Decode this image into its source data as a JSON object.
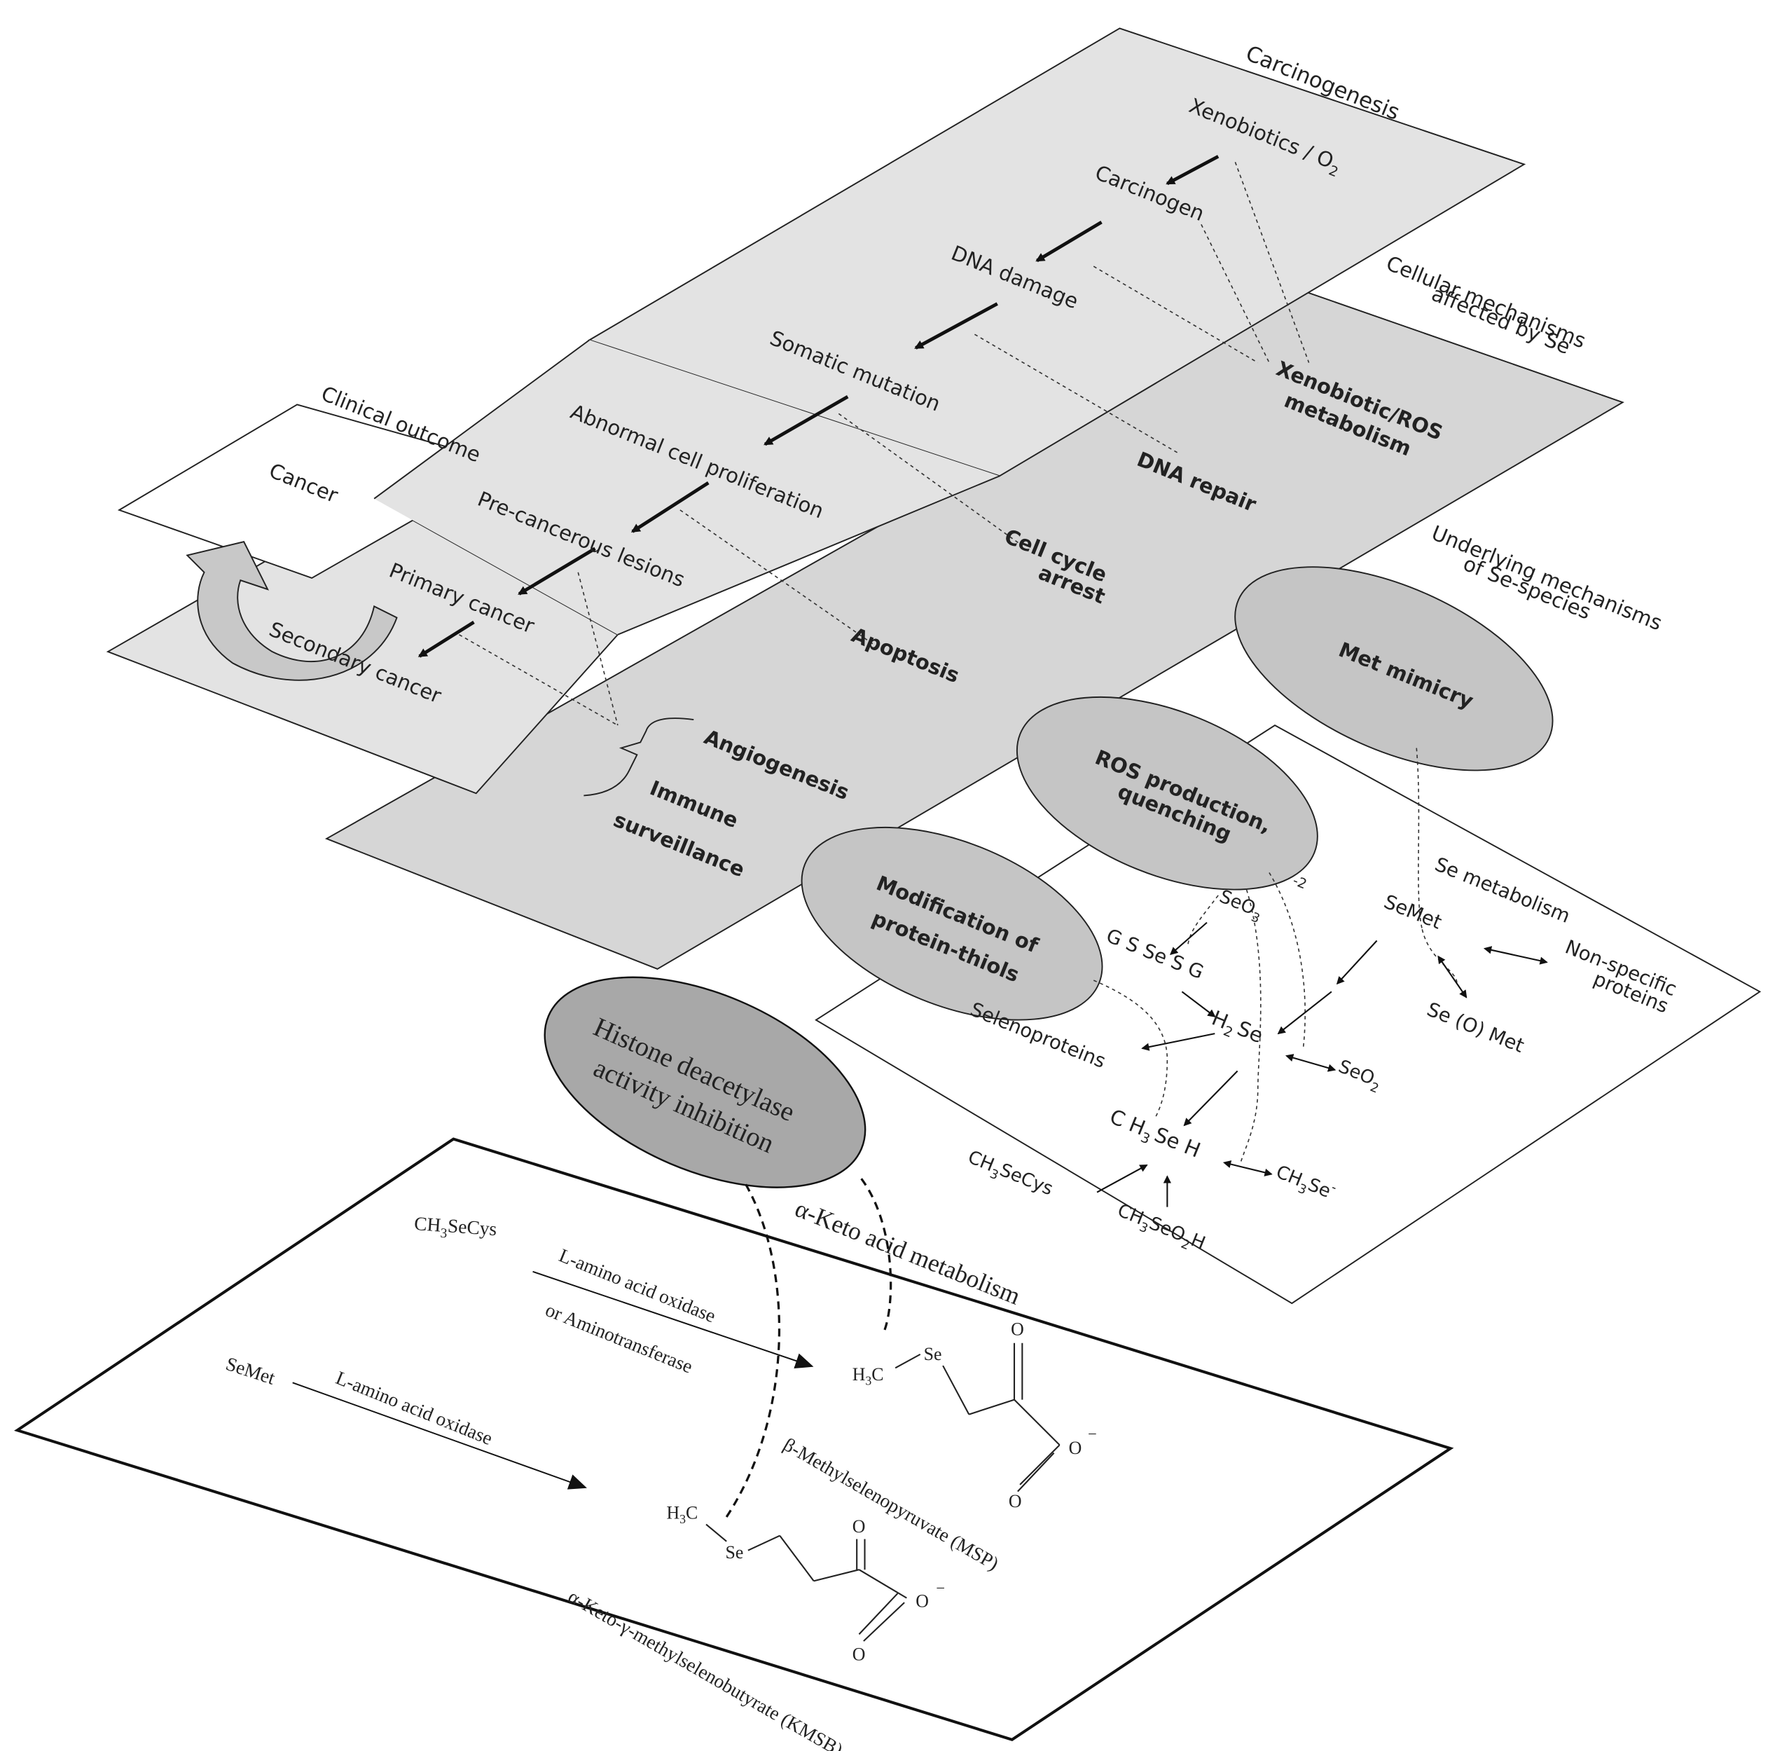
{
  "colors": {
    "plane_light": "#e3e3e3",
    "plane_mid": "#d6d6d6",
    "ellipse_fill": "#c5c5c5",
    "ellipse_dark": "#a8a8a8",
    "stroke": "#222222",
    "white": "#ffffff"
  },
  "layers": {
    "carcinogenesis": "Carcinogenesis",
    "cellular": [
      "Cellular mechanisms",
      "affected by Se"
    ],
    "underlying": [
      "Underlying mechanisms",
      "of Se-species"
    ],
    "se_metabolism": "Se metabolism",
    "keto": "α-Keto acid metabolism",
    "clinical": "Clinical outcome"
  },
  "pathway": {
    "xenobiotics": "Xenobiotics / O",
    "xenobiotics_sub": "2",
    "carcinogen": "Carcinogen",
    "dna_damage": "DNA damage",
    "somatic": "Somatic mutation",
    "abnormal": "Abnormal cell proliferation",
    "precancerous": "Pre-cancerous lesions",
    "primary": "Primary cancer",
    "secondary": "Secondary cancer"
  },
  "clinical": {
    "cancer": "Cancer"
  },
  "cellular": {
    "xeno_ros": [
      "Xenobiotic/ROS",
      "metabolism"
    ],
    "dna_repair": "DNA repair",
    "cell_cycle": [
      "Cell cycle",
      "arrest"
    ],
    "apoptosis": "Apoptosis",
    "angiogenesis": "Angiogenesis",
    "immune": [
      "Immune",
      "surveillance"
    ]
  },
  "ellipses": {
    "met_mimicry": "Met mimicry",
    "ros": [
      "ROS production,",
      "quenching"
    ],
    "thiols": [
      "Modification of",
      "protein-thiols"
    ],
    "histone": [
      "Histone deacetylase",
      "activity inhibition"
    ]
  },
  "se_metabolism": {
    "seo3": "SeO",
    "seo3_sub": "3",
    "seo3_charge": "-2",
    "gssesg": "G S Se S G",
    "semet": "SeMet",
    "non_specific": [
      "Non-specific",
      "proteins"
    ],
    "seomet": "Se (O) Met",
    "selenoproteins": "Selenoproteins",
    "h2se_a": "H",
    "h2se_sub": "2",
    "h2se_b": "Se",
    "seo2": "SeO",
    "seo2_sub": "2",
    "ch3seh_a": "C H",
    "ch3seh_sub": "3",
    "ch3seh_b": "Se H",
    "ch3secys_a": "CH",
    "ch3secys_sub": "3",
    "ch3secys_b": "SeCys",
    "ch3se_a": "CH",
    "ch3se_sub": "3",
    "ch3se_b": "Se",
    "ch3se_charge": "-",
    "ch3seo2h_a": "CH",
    "ch3seo2h_sub": "3",
    "ch3seo2h_b": "SeO",
    "ch3seo2h_sub2": "2",
    "ch3seo2h_c": "H"
  },
  "keto": {
    "ch3secys_a": "CH",
    "ch3secys_sub": "3",
    "ch3secys_b": "SeCys",
    "lao1": "L-amino acid oxidase",
    "lao1b": "or Aminotransferase",
    "semet": "SeMet",
    "lao2": "L-amino acid oxidase",
    "h3c_a": "H",
    "h3c_sub": "3",
    "h3c_b": "C",
    "se": "Se",
    "o": "O",
    "o_minus": "O",
    "minus": "−",
    "msp": "β-Methylselenopyruvate (MSP)",
    "kmsb": "α-Keto-γ-methylselenobutyrate (KMSB)"
  }
}
